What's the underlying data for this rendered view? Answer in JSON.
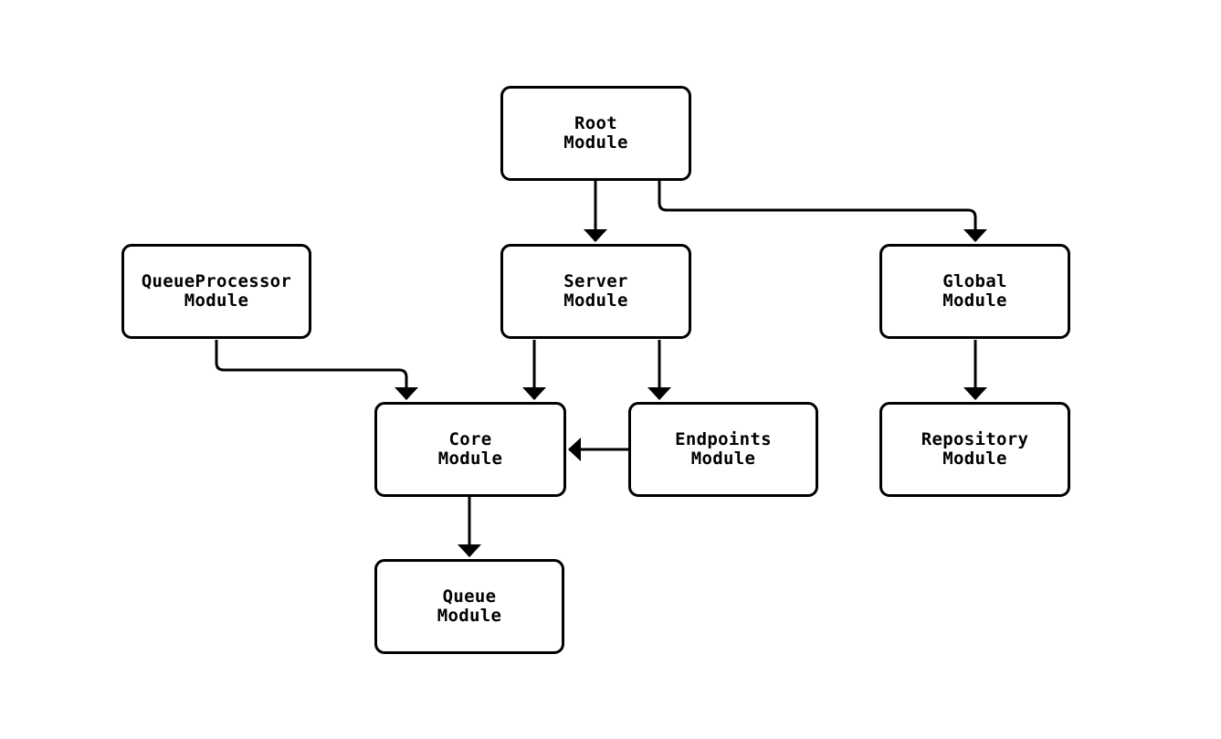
{
  "diagram": {
    "type": "module-dependency-flowchart",
    "background_color": "#ffffff",
    "stroke_color": "#000000",
    "node_fill_color": "#ffffff",
    "nodes": {
      "root": {
        "label": "Root\nModule"
      },
      "queueProcessor": {
        "label": "QueueProcessor\nModule"
      },
      "server": {
        "label": "Server\nModule"
      },
      "global": {
        "label": "Global\nModule"
      },
      "core": {
        "label": "Core\nModule"
      },
      "endpoints": {
        "label": "Endpoints\nModule"
      },
      "repository": {
        "label": "Repository\nModule"
      },
      "queue": {
        "label": "Queue\nModule"
      }
    },
    "edges": [
      {
        "from": "Root Module",
        "to": "Server Module"
      },
      {
        "from": "Root Module",
        "to": "Global Module"
      },
      {
        "from": "QueueProcessor Module",
        "to": "Core Module"
      },
      {
        "from": "Server Module",
        "to": "Core Module"
      },
      {
        "from": "Server Module",
        "to": "Endpoints Module"
      },
      {
        "from": "Global Module",
        "to": "Repository Module"
      },
      {
        "from": "Endpoints Module",
        "to": "Core Module"
      },
      {
        "from": "Core Module",
        "to": "Queue Module"
      }
    ]
  }
}
